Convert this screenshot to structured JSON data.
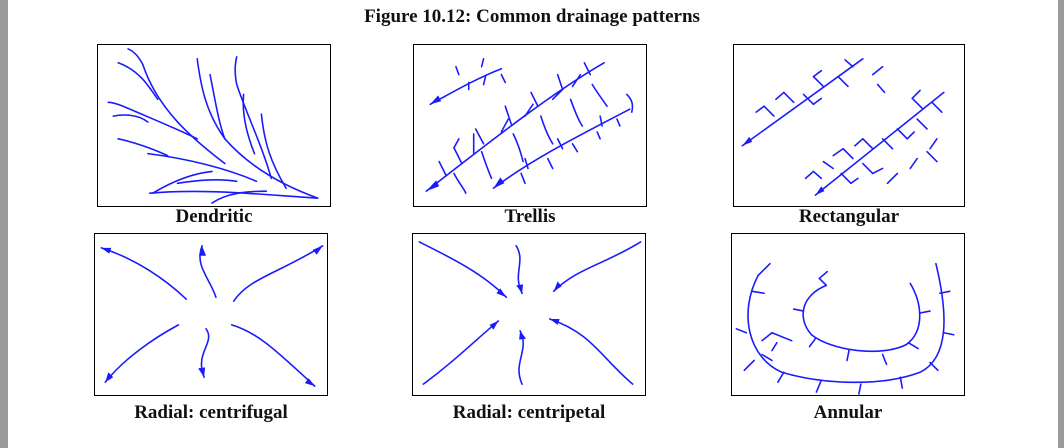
{
  "figure": {
    "title": "Figure 10.12: Common drainage patterns",
    "line_color": "#1a1aff",
    "panels": [
      {
        "id": "dendritic",
        "caption": "Dendritic"
      },
      {
        "id": "trellis",
        "caption": "Trellis"
      },
      {
        "id": "rectangular",
        "caption": "Rectangular"
      },
      {
        "id": "radial-centrifugal",
        "caption": "Radial: centrifugal"
      },
      {
        "id": "radial-centripetal",
        "caption": "Radial: centripetal"
      },
      {
        "id": "annular",
        "caption": "Annular"
      }
    ]
  }
}
